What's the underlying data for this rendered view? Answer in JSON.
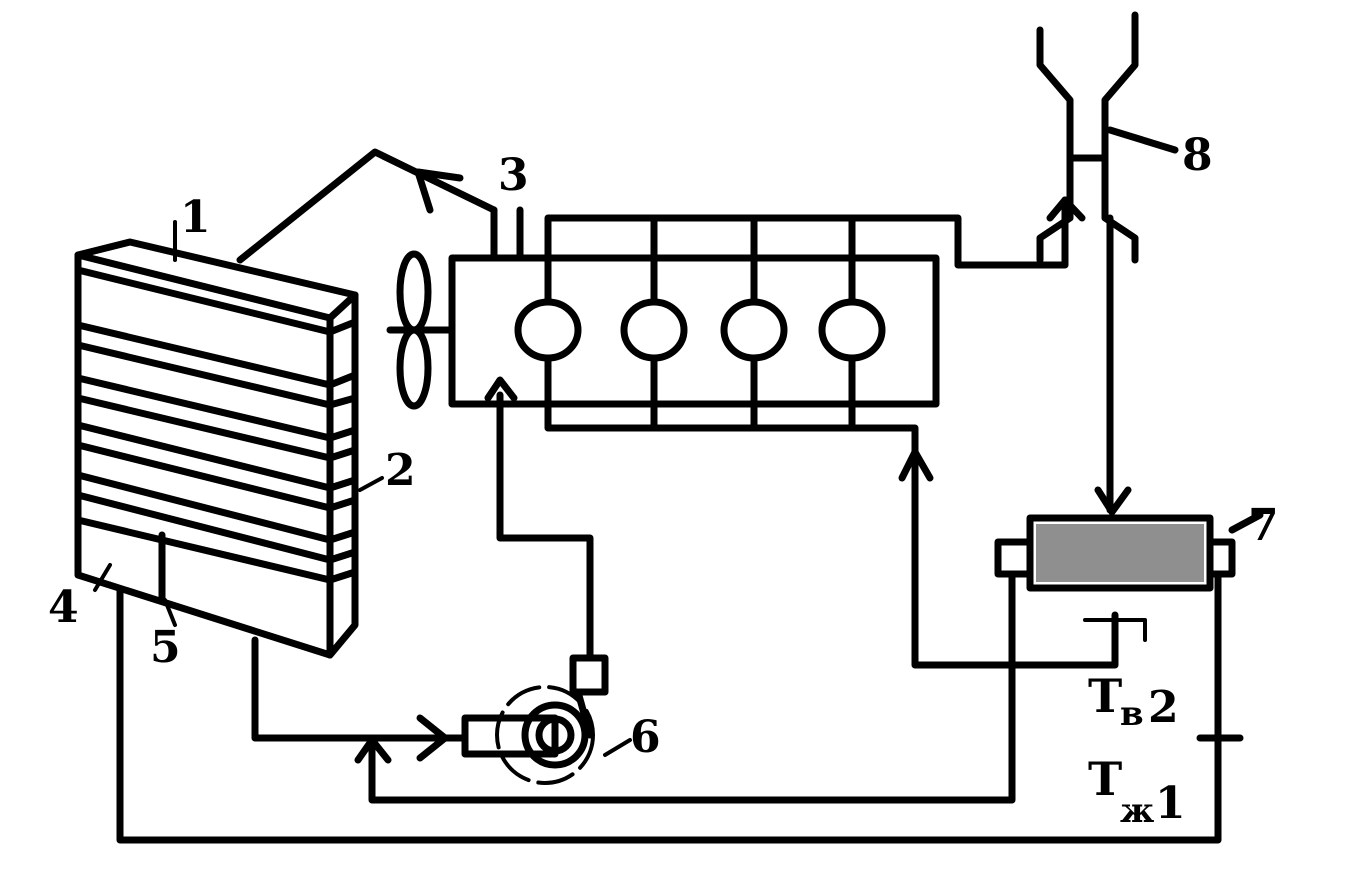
{
  "labels": {
    "radiator": "1",
    "radiator_core": "2",
    "engine": "3",
    "lower_tank": "4",
    "drain": "5",
    "pump": "6",
    "heat_exchanger": "7",
    "turbocharger": "8"
  },
  "temps": {
    "air_symbol": "T",
    "air_sub": "в",
    "air_index": "2",
    "liquid_symbol": "T",
    "liquid_sub": "ж",
    "liquid_index": "1"
  },
  "colors": {
    "ink": "#000000",
    "paper": "#ffffff"
  }
}
